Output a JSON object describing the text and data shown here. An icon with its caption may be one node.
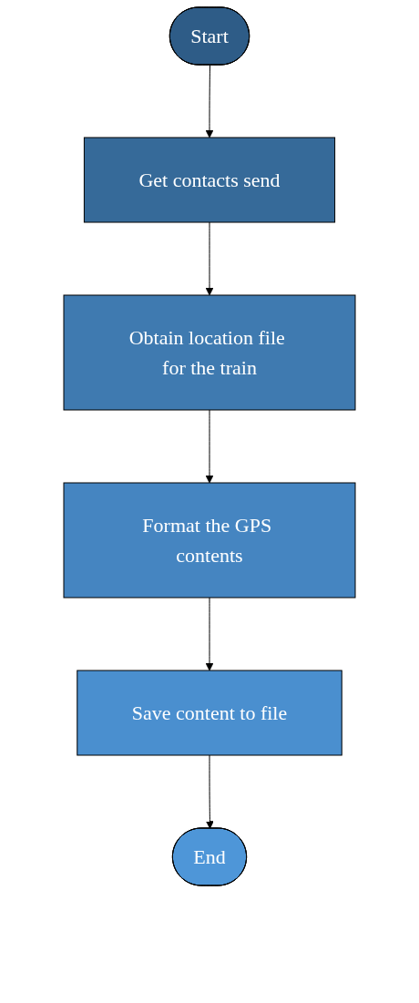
{
  "diagram": {
    "nodes": [
      {
        "text": [
          "Start"
        ]
      },
      {
        "text": [
          "Get contacts send"
        ]
      },
      {
        "text": [
          "Obtain location file for the train"
        ]
      },
      {
        "text": [
          "Format the GPS contents"
        ]
      },
      {
        "text": [
          "Save content to file"
        ]
      },
      {
        "text": [
          "End"
        ]
      }
    ],
    "edges": [
      {
        "from": 0,
        "to": 1,
        "arrow": "to"
      },
      {
        "from": 1,
        "to": 2,
        "arrow": "to"
      },
      {
        "from": 2,
        "to": 3,
        "arrow": "to"
      },
      {
        "from": 3,
        "to": 4,
        "arrow": "to"
      },
      {
        "from": 4,
        "to": 5,
        "arrow": "to"
      }
    ]
  }
}
